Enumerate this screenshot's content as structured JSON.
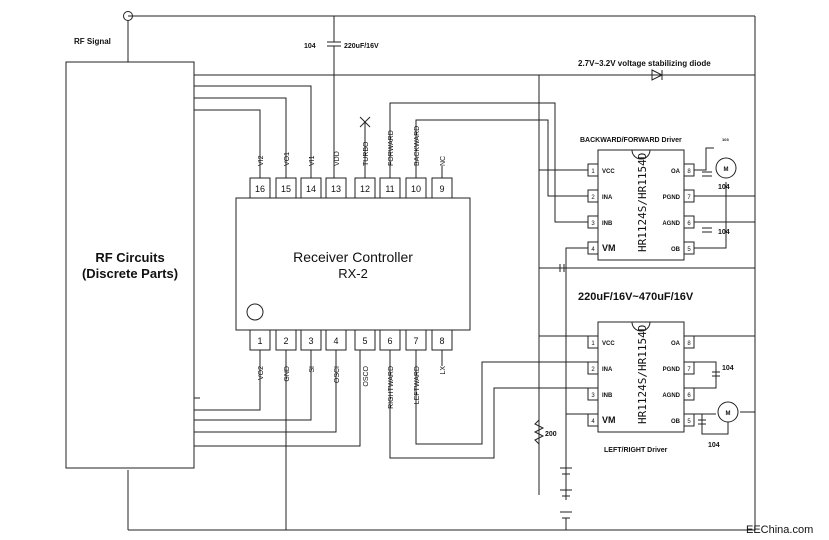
{
  "labels": {
    "rf_signal": "RF Signal",
    "rf_title_1": "RF Circuits",
    "rf_title_2": "(Discrete Parts)",
    "rx_title_1": "Receiver Controller",
    "rx_title_2": "RX-2",
    "cap_top": "104",
    "cap_top_val": "220uF/16V",
    "diode": "2.7V~3.2V voltage  stabilizing diode",
    "bf_driver": "BACKWARD/FORWARD Driver",
    "lr_driver": "LEFT/RIGHT Driver",
    "mid_cap": "220uF/16V~470uF/16V",
    "cap_104_a": "104",
    "cap_104_b": "104",
    "cap_104_c": "104",
    "cap_104_d": "104",
    "cap_small": "103",
    "res_200": "200",
    "motor": "M",
    "watermark": "EEChina.com"
  },
  "rx_top_pins": [
    {
      "num": "16",
      "name": "VI2"
    },
    {
      "num": "15",
      "name": "VO1"
    },
    {
      "num": "14",
      "name": "VI1"
    },
    {
      "num": "13",
      "name": "VDD"
    },
    {
      "num": "12",
      "name": "TURBO"
    },
    {
      "num": "11",
      "name": "FORWARD"
    },
    {
      "num": "10",
      "name": "BACKWARD"
    },
    {
      "num": "9",
      "name": "NC"
    }
  ],
  "rx_bottom_pins": [
    {
      "num": "1",
      "name": "VO2"
    },
    {
      "num": "2",
      "name": "GND"
    },
    {
      "num": "3",
      "name": "SI"
    },
    {
      "num": "4",
      "name": "OSCI"
    },
    {
      "num": "5",
      "name": "OSCO"
    },
    {
      "num": "6",
      "name": "RIGHTWARD"
    },
    {
      "num": "7",
      "name": "LEFTWARD"
    },
    {
      "num": "8",
      "name": "LX"
    }
  ],
  "driver_chip": {
    "part": "HR1124S/HR1154D",
    "left_pins": [
      {
        "num": "1",
        "name": "VCC"
      },
      {
        "num": "2",
        "name": "INA"
      },
      {
        "num": "3",
        "name": "INB"
      },
      {
        "num": "4",
        "name": "VM"
      }
    ],
    "right_pins": [
      {
        "num": "8",
        "name": "OA"
      },
      {
        "num": "7",
        "name": "PGND"
      },
      {
        "num": "6",
        "name": "AGND"
      },
      {
        "num": "5",
        "name": "OB"
      }
    ]
  }
}
